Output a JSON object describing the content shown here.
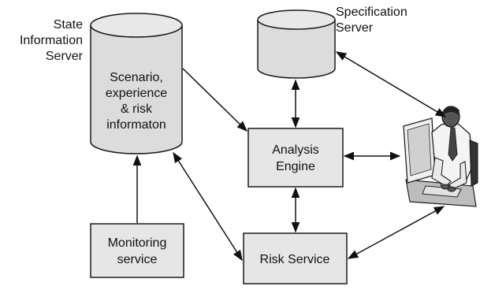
{
  "nodes": {
    "state_info_label": [
      "State",
      "Information",
      "Server"
    ],
    "state_info_content": [
      "Scenario,",
      "experience",
      "& risk",
      "informaton"
    ],
    "spec_server_label": [
      "Specification",
      "Server"
    ],
    "analysis_engine": [
      "Analysis",
      "Engine"
    ],
    "monitoring_service": [
      "Monitoring",
      "service"
    ],
    "risk_service": [
      "Risk Service"
    ]
  },
  "icons": {
    "user": "person-at-computer-icon"
  },
  "colors": {
    "box_fill": "#e6e6e6",
    "cylinder_fill": "#dcdcdc",
    "line": "#111111"
  }
}
